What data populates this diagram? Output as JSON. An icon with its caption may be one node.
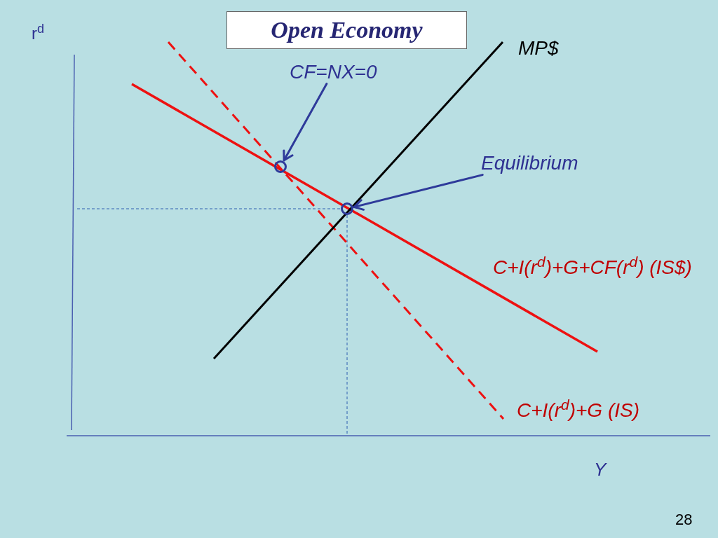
{
  "diagram": {
    "title": "Open Economy",
    "nodes": [
      {
        "text": [
          "CF=NX=0"
        ]
      },
      {
        "text": [],
        "shape": "circle"
      },
      {
        "text": [
          "Equilibrium"
        ]
      },
      {
        "text": [],
        "shape": "circle"
      }
    ],
    "edges": [
      {
        "from": 0,
        "to": 1,
        "arrow": "to"
      },
      {
        "from": 2,
        "to": 3,
        "arrow": "to"
      }
    ],
    "labels": [
      "r$^{d}$",
      "MP$",
      "C+I(r$^{d}$)+G+CF(r$^{d}$) (IS$)",
      "C+I(r$^{d}$)+G (IS)",
      "Y",
      "28"
    ]
  }
}
